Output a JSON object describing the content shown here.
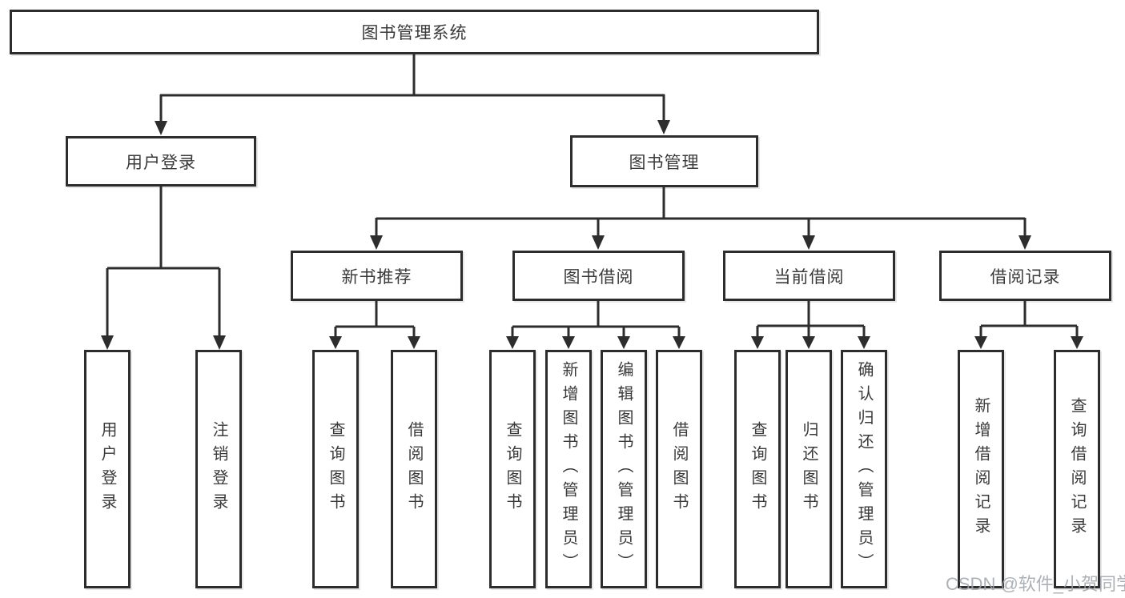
{
  "diagram": {
    "root": {
      "label": "图书管理系统"
    },
    "branches": [
      {
        "label": "用户登录",
        "leaves": [
          {
            "label": "用户登录"
          },
          {
            "label": "注销登录"
          }
        ]
      },
      {
        "label": "图书管理",
        "groups": [
          {
            "label": "新书推荐",
            "leaves": [
              {
                "label": "查询图书"
              },
              {
                "label": "借阅图书"
              }
            ]
          },
          {
            "label": "图书借阅",
            "leaves": [
              {
                "label": "查询图书"
              },
              {
                "label": "新增图书（管理员）"
              },
              {
                "label": "编辑图书（管理员）"
              },
              {
                "label": "借阅图书"
              }
            ]
          },
          {
            "label": "当前借阅",
            "leaves": [
              {
                "label": "查询图书"
              },
              {
                "label": "归还图书"
              },
              {
                "label": "确认归还（管理员）"
              }
            ]
          },
          {
            "label": "借阅记录",
            "leaves": [
              {
                "label": "新增借阅记录"
              },
              {
                "label": "查询借阅记录"
              }
            ]
          }
        ]
      }
    ]
  },
  "watermark": "CSDN @软件_小贺同学",
  "colors": {
    "line": "#2d2d2d",
    "box_border": "#2d2d2d",
    "box_background": "#ffffff",
    "text": "#3a3a3a",
    "watermark": "#9ea3aa"
  }
}
